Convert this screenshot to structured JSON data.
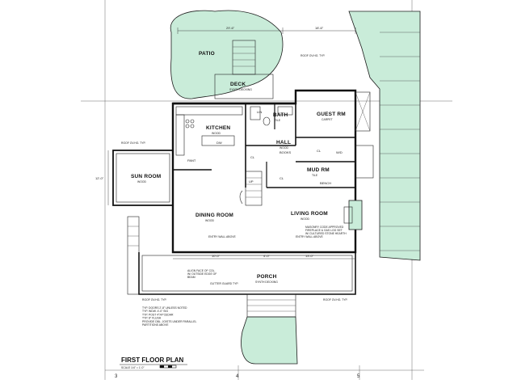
{
  "drawing": {
    "title": "FIRST FLOOR PLAN",
    "scale_note": "SCALE 1/4\" = 1'-0\"",
    "grid_labels": [
      "3",
      "4",
      "5"
    ]
  },
  "rooms": {
    "patio": "PATIO",
    "deck": {
      "name": "DECK",
      "sub": "SYNTH DECKING"
    },
    "kitchen": {
      "name": "KITCHEN",
      "sub": "WOOD"
    },
    "bath": {
      "name": "BATH",
      "sub": "TILE"
    },
    "guest_rm": {
      "name": "GUEST RM",
      "sub": "CARPET"
    },
    "hall": {
      "name": "HALL",
      "sub": "WOOD"
    },
    "mud_rm": {
      "name": "MUD RM",
      "sub": "TILE"
    },
    "sun_room": {
      "name": "SUN ROOM",
      "sub": "WOOD"
    },
    "dining_room": {
      "name": "DINING ROOM",
      "sub": "WOOD"
    },
    "living_room": {
      "name": "LIVING ROOM",
      "sub": "WOOD"
    },
    "porch": {
      "name": "PORCH",
      "sub": "SYNTH DECKING"
    }
  },
  "labels": {
    "cl": "CL",
    "w_d": "W/D",
    "lin": "LIN",
    "pant": "PANT",
    "bench": "BENCH",
    "books": "BOOKS",
    "dw": "DW",
    "up": "UP"
  },
  "notes": {
    "roof_overhang_1": "ROOF OV.HG. TYP.",
    "roof_overhang_2": "ROOF OV.HG. TYP.",
    "roof_overhang_3": "ROOF OV.HG. TYP.",
    "roof_overhang_4": "ROOF OV.HG. TYP.",
    "gutter": "GUTTER GUARD TYP.",
    "fireplace": "MASONRY CODE APPROVED FIREPLACE & GAS LOG SET W/ CULTURED STONE HEARTH",
    "entry_wall": "ENTRY WALL ABOVE",
    "typical_notes": "TYP. DOORS 2'-8\" UNLESS NOTED\nTYP. WDW. 4'-0\" SIG\nTYP. POST 4\"X4\"CEDAR\nTYP. 8\" FLUSH\nPROVIDE DBL. JOISTS UNDER PARALLEL PARTITIONS ABOVE",
    "align_note": "ALIGN FACE OF COL. W/ OUTSIDE EDGE OF BEAM"
  },
  "dimensions": {
    "top_left": "29'-6\"",
    "top_right": "18'-6\"",
    "porch_left": "10'-0\"",
    "porch_right": "13'-0\"",
    "porch_mid": "4'-0\"",
    "side_dim": "12'-0\""
  }
}
